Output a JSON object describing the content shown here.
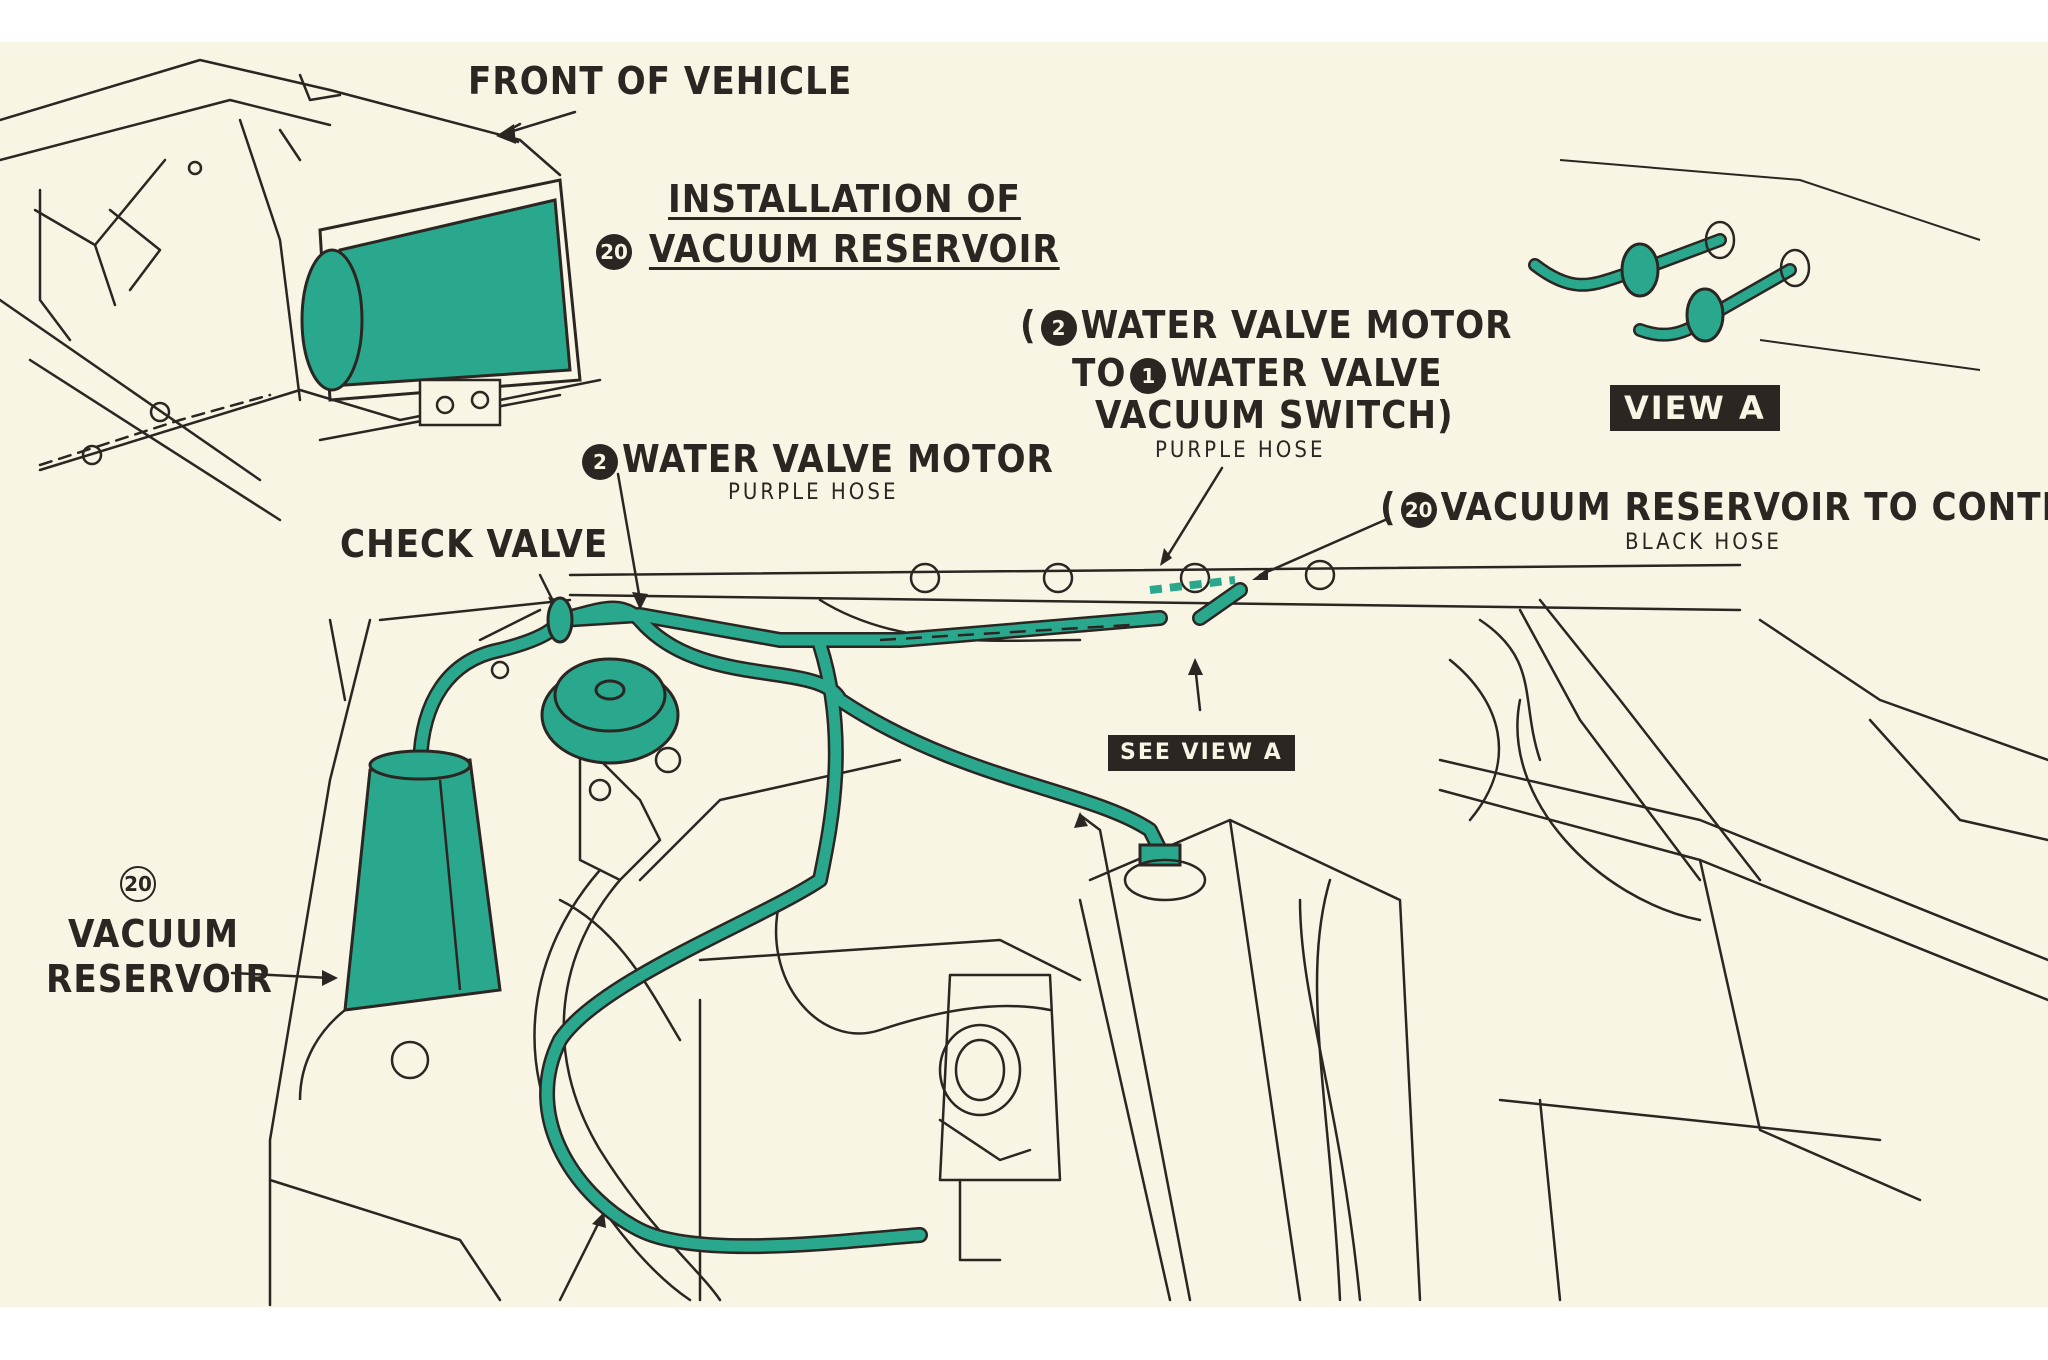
{
  "labels": {
    "front_of_vehicle": "FRONT OF VEHICLE",
    "installation_line1": "INSTALLATION OF",
    "installation_num": "20",
    "installation_line2": "VACUUM RESERVOIR",
    "wvm_to_switch_num1": "2",
    "wvm_to_switch_line1": "WATER VALVE MOTOR",
    "wvm_to_switch_to": "TO",
    "wvm_to_switch_num2": "1",
    "wvm_to_switch_line2": "WATER VALVE",
    "wvm_to_switch_line3": "VACUUM SWITCH",
    "wvm_to_switch_hose": "PURPLE HOSE",
    "view_a": "VIEW A",
    "wvm_num": "2",
    "wvm_title": "WATER VALVE MOTOR",
    "wvm_hose": "PURPLE HOSE",
    "check_valve": "CHECK VALVE",
    "reservoir_to_control_num": "20",
    "reservoir_to_control": "VACUUM RESERVOIR TO CONTROL",
    "reservoir_to_control_hose": "BLACK HOSE",
    "see_view_a": "SEE VIEW A",
    "vacuum_reservoir_num": "20",
    "vacuum_reservoir_line1": "VACUUM",
    "vacuum_reservoir_line2": "RESERVOIR"
  },
  "colors": {
    "hose_green": "#2aa88d",
    "ink": "#2b2622",
    "paper": "#f8f5e4"
  }
}
